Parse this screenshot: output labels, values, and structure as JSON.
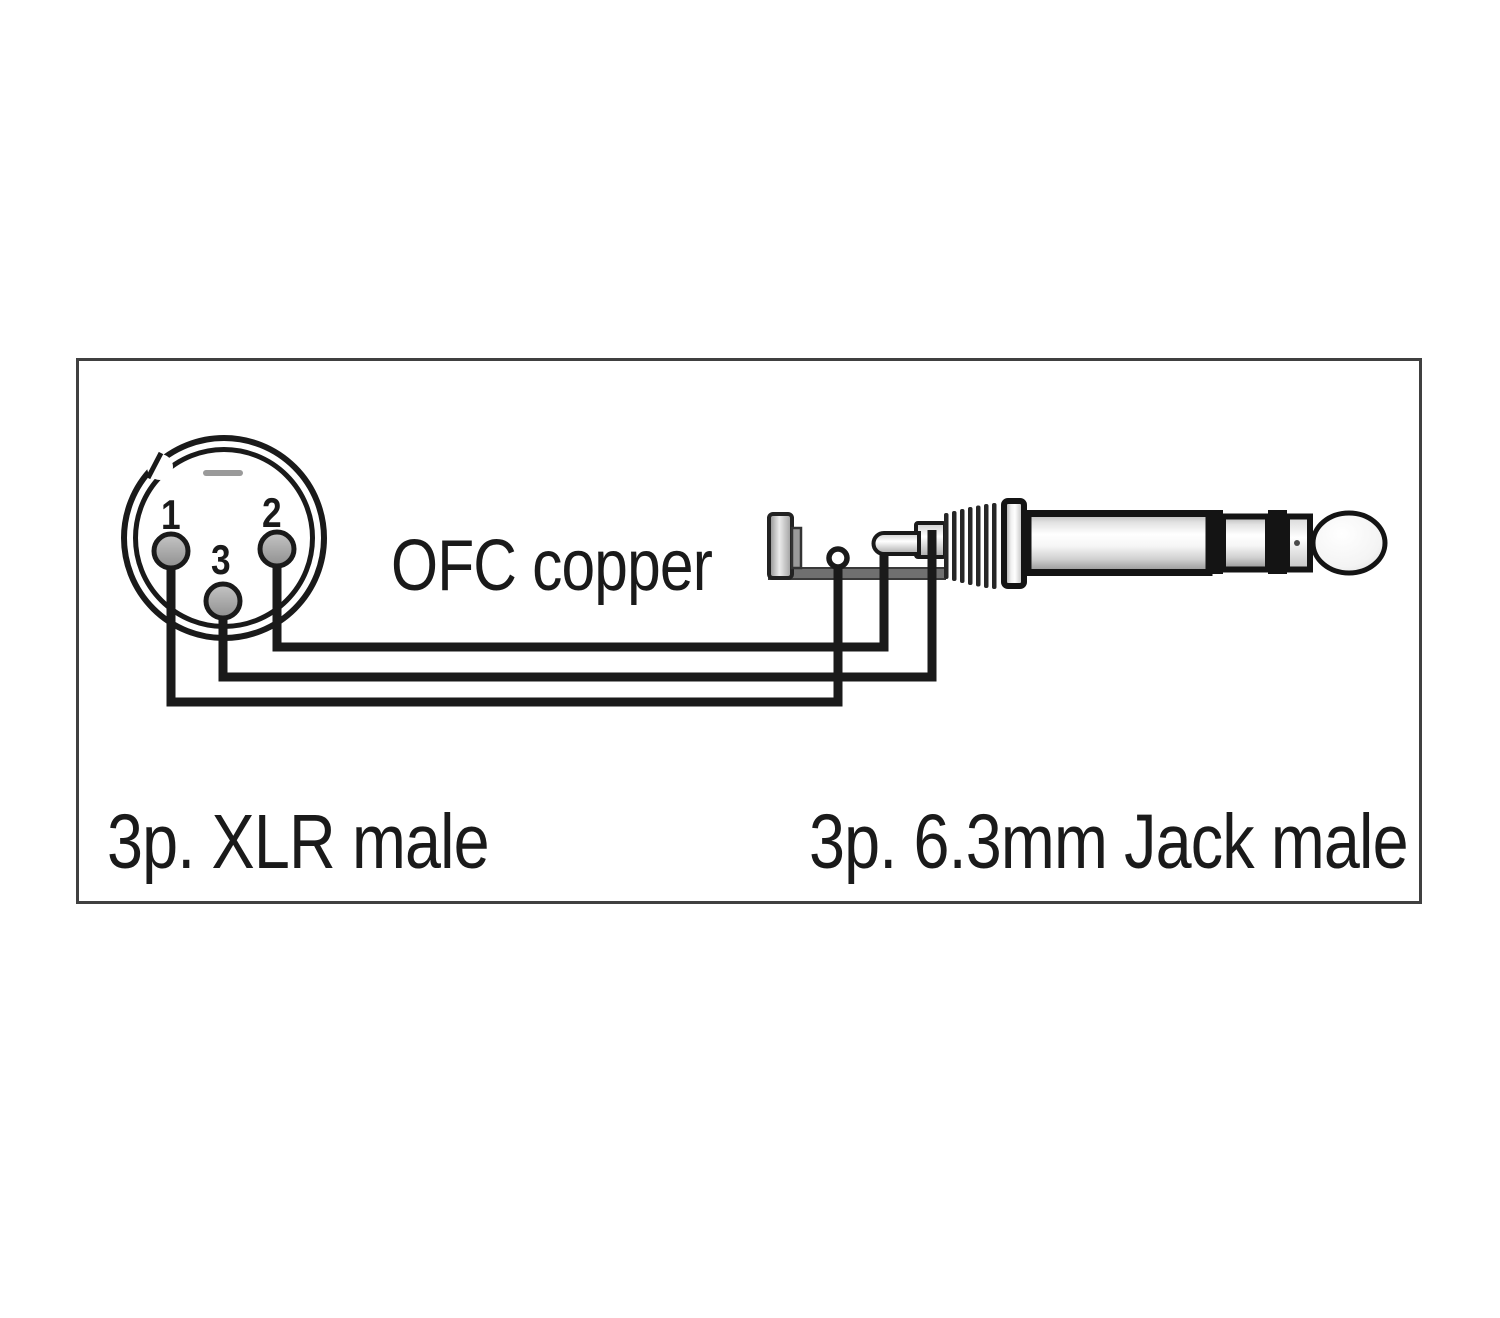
{
  "diagram": {
    "cable_label": "OFC copper",
    "captions": {
      "left": "3p. XLR male",
      "right": "3p. 6.3mm Jack male"
    },
    "xlr": {
      "pins": {
        "p1": "1",
        "p2": "2",
        "p3": "3"
      }
    },
    "colors": {
      "line": "#1a1a1a",
      "panel_border": "#404040",
      "polarity_dash": "#9a9a9a",
      "terminal_bar": "#707070",
      "metal_light": "#ffffff",
      "metal_dark": "#8f8f8f"
    }
  }
}
